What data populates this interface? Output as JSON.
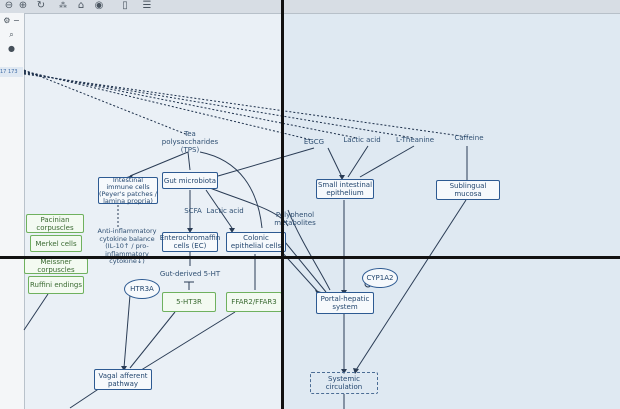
{
  "toolbar": {
    "icons": [
      "zoom-out-icon",
      "zoom-in-icon",
      "refresh-icon",
      "layout-icon",
      "eye-icon",
      "document-icon",
      "list-icon"
    ]
  },
  "left_panel": {
    "filter_glyph": "⚙",
    "minus_glyph": "−",
    "search_glyph": "⌕",
    "row_a": "17",
    "row_b": "173"
  },
  "diagram": {
    "sources": {
      "tea_polysaccharides": "Tea polysaccharides (TPS)",
      "egcg": "EGCG",
      "lactic_acid_top": "Lactic acid",
      "l_theanine": "L-Theanine",
      "caffeine": "Caffeine"
    },
    "nodes": {
      "intestinal_immune_cells": "Intestinal immune cells (Peyer's patches / lamina propria)",
      "gut_microbiota": "Gut microbiota",
      "small_intestinal_epithelium": "Small intestinal epithelium",
      "sublingual_mucosa": "Sublingual mucosa",
      "pacinian_corpuscles": "Pacinian corpuscles",
      "merkel_cells": "Merkel cells",
      "meissner_corpuscles": "Meissner corpuscles",
      "ruffini_endings": "Ruffini endings",
      "enterochromaffin_cells": "Enterochromaffin cells (EC)",
      "colonic_epithelial_cells": "Colonic epithelial cells",
      "htr3a": "HTR3A",
      "five_ht3r": "5-HT3R",
      "ffar": "FFAR2/FFAR3",
      "portal_hepatic_system": "Portal-hepatic system",
      "cyp1a2": "CYP1A2",
      "vagal_afferent_pathway": "Vagal afferent pathway",
      "systemic_circulation": "Systemic circulation"
    },
    "labels": {
      "scfa": "SCFA",
      "lactic_acid_mid": "Lactic acid",
      "polyphenol_metabolites": "Polyphenol metabolites",
      "cytokine_balance": "Anti-inflammatory cytokine balance (IL-10↑ / pro-inflammatory cytokine↓)",
      "gut_derived_5ht": "Gut-derived 5-HT"
    }
  }
}
